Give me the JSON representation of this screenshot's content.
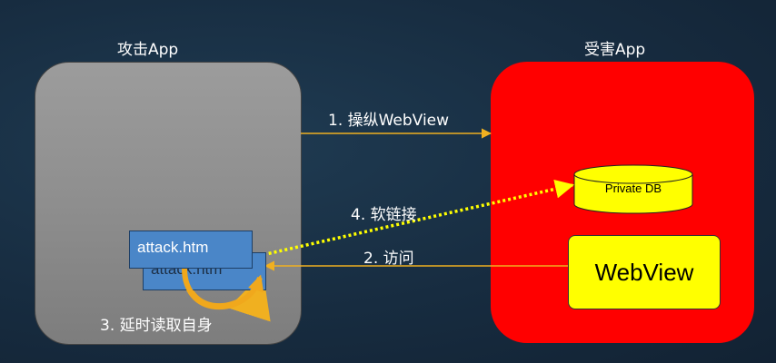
{
  "attacker": {
    "title": "攻击App"
  },
  "victim": {
    "title": "受害App"
  },
  "files": {
    "front": "attack.htm",
    "back": "attack.htm"
  },
  "db": {
    "label": "Private DB"
  },
  "webview": {
    "label": "WebView"
  },
  "steps": {
    "step1": "1. 操纵WebView",
    "step2": "2. 访问",
    "step3": "3. 延时读取自身",
    "step4": "4. 软链接"
  },
  "colors": {
    "attacker_fill": "#8e8e8e",
    "victim_fill": "#ff0000",
    "file_fill": "#4a86c8",
    "highlight": "#ffff00",
    "arrow_orange": "#f0b020",
    "arrow_yellow_dotted": "#ffff00"
  }
}
